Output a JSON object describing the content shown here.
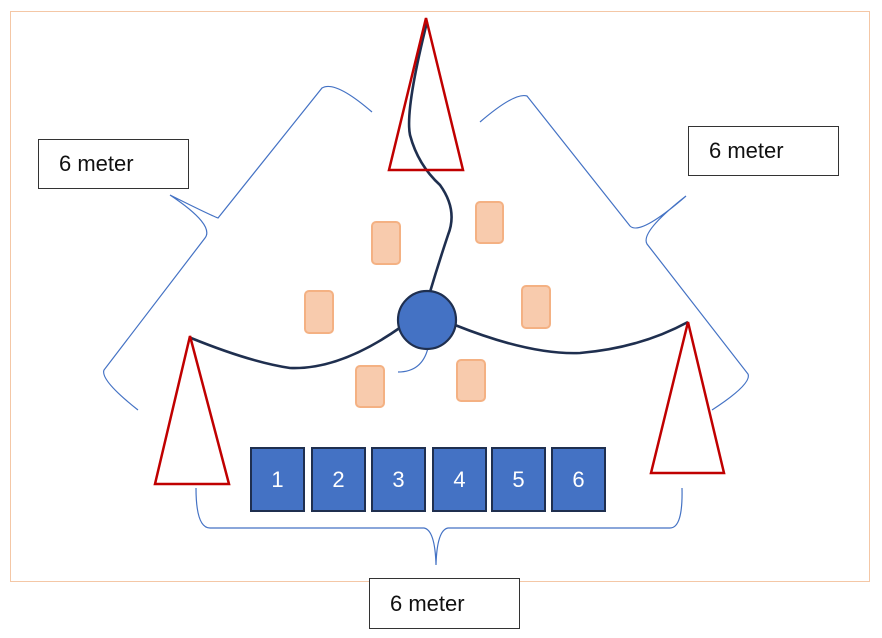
{
  "labels": {
    "left": "6 meter",
    "right": "6 meter",
    "bottom": "6 meter"
  },
  "numbered_boxes": [
    "1",
    "2",
    "3",
    "4",
    "5",
    "6"
  ],
  "colors": {
    "frame": "#f4c7a6",
    "cone": "#c00000",
    "bracket": "#4472c4",
    "rope": "#1f2f4f",
    "center_circle": "#4472c4",
    "marker_fill": "#f8cbad",
    "marker_stroke": "#f4b183",
    "box_fill": "#4472c4"
  }
}
